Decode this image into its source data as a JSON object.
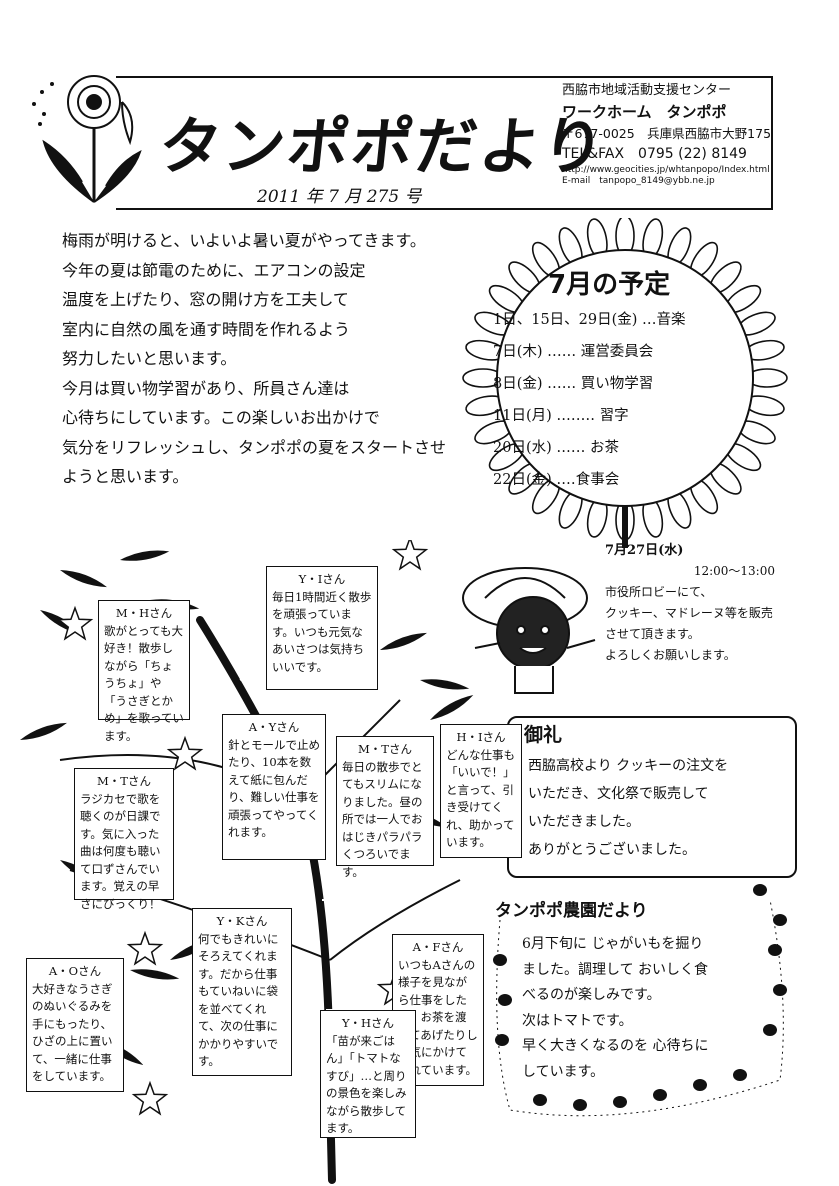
{
  "header": {
    "title": "タンポポだより",
    "issue": "2011 年 7 月 275 号"
  },
  "org": {
    "name": "西脇市地域活動支援センター",
    "sub": "ワークホーム　タンポポ",
    "address": "〒677-0025　兵庫県西脇市大野175",
    "tel": "TEL&FAX　0795 (22) 8149",
    "url": "http://www.geocities.jp/whtanpopo/Index.html",
    "email": "E-mail　tanpopo_8149@ybb.ne.jp"
  },
  "intro": [
    "梅雨が明けると、いよいよ暑い夏がやってきます。",
    "今年の夏は節電のために、エアコンの設定",
    "温度を上げたり、窓の開け方を工夫して",
    "室内に自然の風を通す時間を作れるよう",
    "努力したいと思います。",
    "今月は買い物学習があり、所員さん達は",
    "心待ちにしています。この楽しいお出かけで",
    "気分をリフレッシュし、タンポポの夏をスタートさせ",
    "ようと思います。"
  ],
  "schedule": {
    "title": "7月の予定",
    "items": [
      "1日、15日、29日(金) …音楽",
      "7日(木) ‥‥‥ 運営委員会",
      "8日(金) ‥‥‥ 買い物学習",
      "11日(月) ‥‥‥‥ 習字",
      "20日(水) ‥‥‥ お茶",
      "22日(金) ‥‥食事会"
    ]
  },
  "event": {
    "date": "7月27日(水)",
    "time": "12:00～13:00",
    "lines": [
      "市役所ロビーにて、",
      "クッキー、マドレーヌ等を販売",
      "させて頂きます。",
      "よろしくお願いします。"
    ]
  },
  "thanks": {
    "title": "御礼",
    "lines": [
      "西脇高校より クッキーの注文を",
      "いただき、文化祭で販売して",
      "いただきました。",
      "ありがとうございました。"
    ]
  },
  "farm": {
    "title": "タンポポ農園だより",
    "lines": [
      "6月下旬に じゃがいもを掘り",
      "ました。調理して おいしく食",
      "べるのが楽しみです。",
      "次はトマトです。",
      "早く大きくなるのを 心待ちに",
      "しています。"
    ]
  },
  "cards": [
    {
      "who": "M・Hさん",
      "text": "歌がとっても大好き！散歩しながら「ちょうちょ」や「うさぎとかめ」を歌っています。"
    },
    {
      "who": "Y・Iさん",
      "text": "毎日1時間近く散歩を頑張っています。いつも元気なあいさつは気持ちいいです。"
    },
    {
      "who": "A・Yさん",
      "text": "針とモールで止めたり、10本を数えて紙に包んだり、難しい仕事を頑張ってやってくれます。"
    },
    {
      "who": "M・Tさん",
      "text": "毎日の散歩でとてもスリムになりました。昼の所では一人でおはじきパラパラくつろいでます。"
    },
    {
      "who": "H・Iさん",
      "text": "どんな仕事も「いいで！」と言って、引き受けてくれ、助かっています。"
    },
    {
      "who": "M・Tさん",
      "text": "ラジカセで歌を聴くのが日課です。気に入った曲は何度も聴いて口ずさんでいます。覚えの早さにびっくり！"
    },
    {
      "who": "Y・Kさん",
      "text": "何でもきれいにそろえてくれます。だから仕事もていねいに袋を並べてくれて、次の仕事にかかりやすいです。"
    },
    {
      "who": "A・Fさん",
      "text": "いつもAさんの様子を見ながら仕事をしたり、お茶を渡してあげたりして気にかけてくれています。"
    },
    {
      "who": "A・Oさん",
      "text": "大好きなうさぎのぬいぐるみを手にもったり、ひざの上に置いて、一緒に仕事をしています。"
    },
    {
      "who": "Y・Hさん",
      "text": "「苗が来ごはん」「トマトなすび」…と周りの景色を楽しみながら散歩してます。"
    }
  ]
}
